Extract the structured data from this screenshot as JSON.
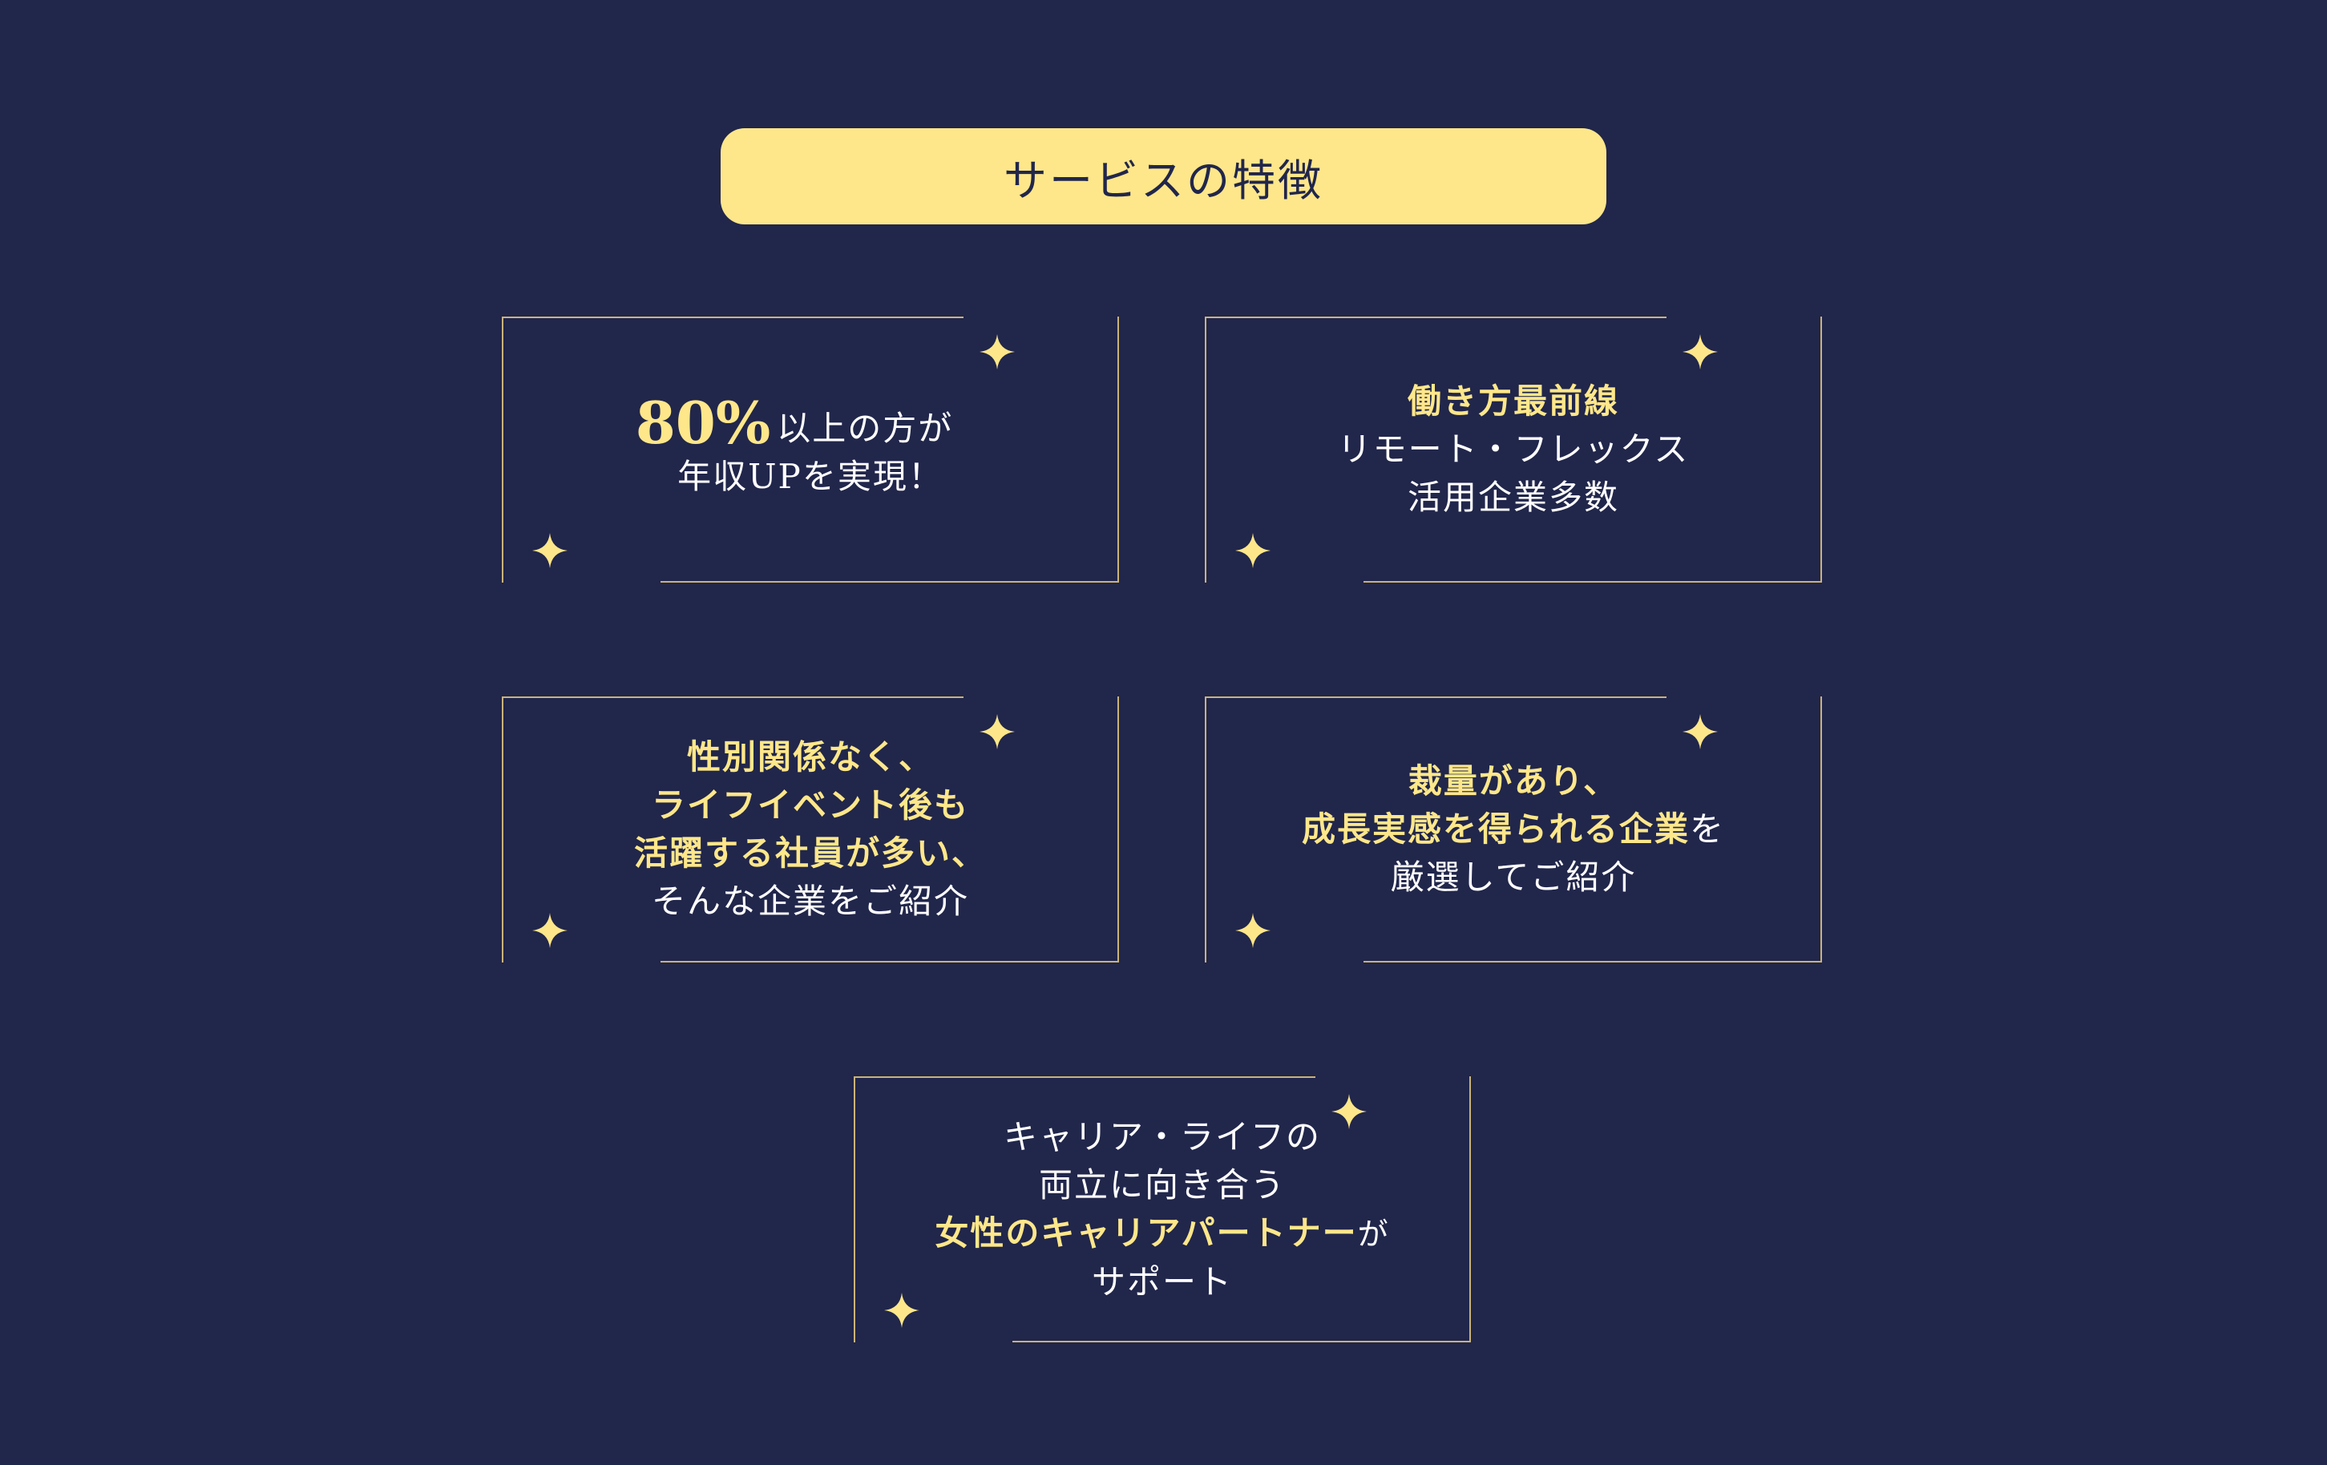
{
  "title": "サービスの特徴",
  "accent_color": "#fee78a",
  "background_color": "#21264b",
  "border_color": "#c9b37a",
  "cards": [
    {
      "percent": "80%",
      "line1_rest": "以上の方が",
      "line2": "年収UPを実現！"
    },
    {
      "line1": "働き方最前線",
      "line2": "リモート・フレックス",
      "line3": "活用企業多数"
    },
    {
      "line1": "性別関係なく、",
      "line2": "ライフイベント後も",
      "line3": "活躍する社員が多い、",
      "line4": "そんな企業をご紹介"
    },
    {
      "line1": "裁量があり、",
      "line2_hl": "成長実感を得られる企業",
      "line2_rest": "を",
      "line3": "厳選してご紹介"
    },
    {
      "line1": "キャリア・ライフの",
      "line2": "両立に向き合う",
      "line3_hl": "女性のキャリアパートナー",
      "line3_rest": "が",
      "line4": "サポート"
    }
  ]
}
